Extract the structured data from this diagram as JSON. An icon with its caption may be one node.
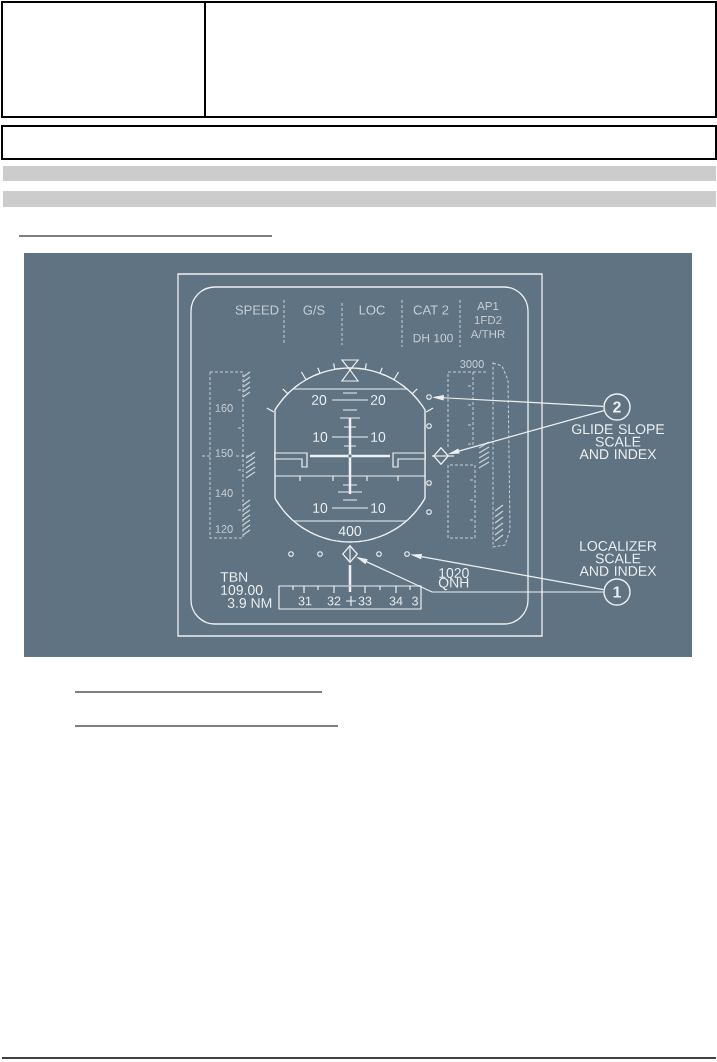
{
  "diagram": {
    "nodes": [
      {
        "text": [],
        "shape": "bar"
      },
      {
        "text": [],
        "shape": "bar"
      },
      {
        "text": [],
        "shape": "circle"
      },
      {
        "text": [
          "2"
        ],
        "beside": [
          "GLIDE SLOPE SCALE AND INDEX"
        ]
      },
      {
        "text": [],
        "shape": "diamond"
      },
      {
        "text": [],
        "shape": "diamond"
      },
      {
        "text": [],
        "shape": "circle"
      },
      {
        "text": [
          "1"
        ],
        "beside": [
          "LOCALIZER SCALE AND INDEX"
        ]
      }
    ],
    "edges": [
      {
        "from": 3,
        "to": 2,
        "arrow": "to"
      },
      {
        "from": 3,
        "to": 4,
        "arrow": "to"
      },
      {
        "from": 7,
        "to": 6,
        "arrow": "to"
      },
      {
        "from": 7,
        "to": 5,
        "arrow": "to"
      }
    ],
    "labels": [
      "SPEED",
      "G/S",
      "LOC",
      "CAT 2",
      "AP1",
      "1FD2",
      "DH 100",
      "A/THR",
      "3000",
      "20",
      "20",
      "160",
      "10",
      "10",
      "150",
      "140",
      "10",
      "10",
      "120",
      "400",
      "1020",
      "TBN",
      "QNH",
      "109.00",
      "3.9 NM",
      "31",
      "32",
      "33",
      "34",
      "3"
    ]
  }
}
